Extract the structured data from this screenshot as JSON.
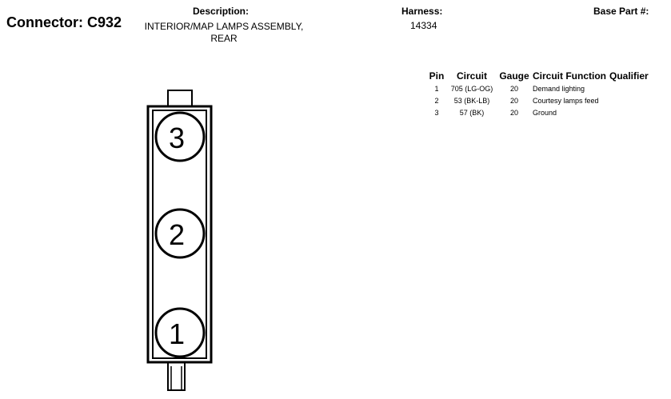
{
  "connector": {
    "label": "Connector: C932"
  },
  "description": {
    "heading": "Description:",
    "lines": [
      "INTERIOR/MAP LAMPS ASSEMBLY,",
      "REAR"
    ]
  },
  "harness": {
    "heading": "Harness:",
    "value": "14334"
  },
  "base_part": {
    "heading": "Base Part #:"
  },
  "pin_table": {
    "headers": {
      "pin": "Pin",
      "circuit": "Circuit",
      "gauge": "Gauge",
      "function": "Circuit Function",
      "qualifier": "Qualifier"
    },
    "rows": [
      {
        "pin": "1",
        "circuit": "705 (LG-OG)",
        "gauge": "20",
        "function": "Demand lighting",
        "qualifier": ""
      },
      {
        "pin": "2",
        "circuit": "53 (BK-LB)",
        "gauge": "20",
        "function": "Courtesy lamps feed",
        "qualifier": ""
      },
      {
        "pin": "3",
        "circuit": "57 (BK)",
        "gauge": "20",
        "function": "Ground",
        "qualifier": ""
      }
    ]
  },
  "diagram": {
    "cavities": [
      {
        "number": "3"
      },
      {
        "number": "2"
      },
      {
        "number": "1"
      }
    ]
  }
}
